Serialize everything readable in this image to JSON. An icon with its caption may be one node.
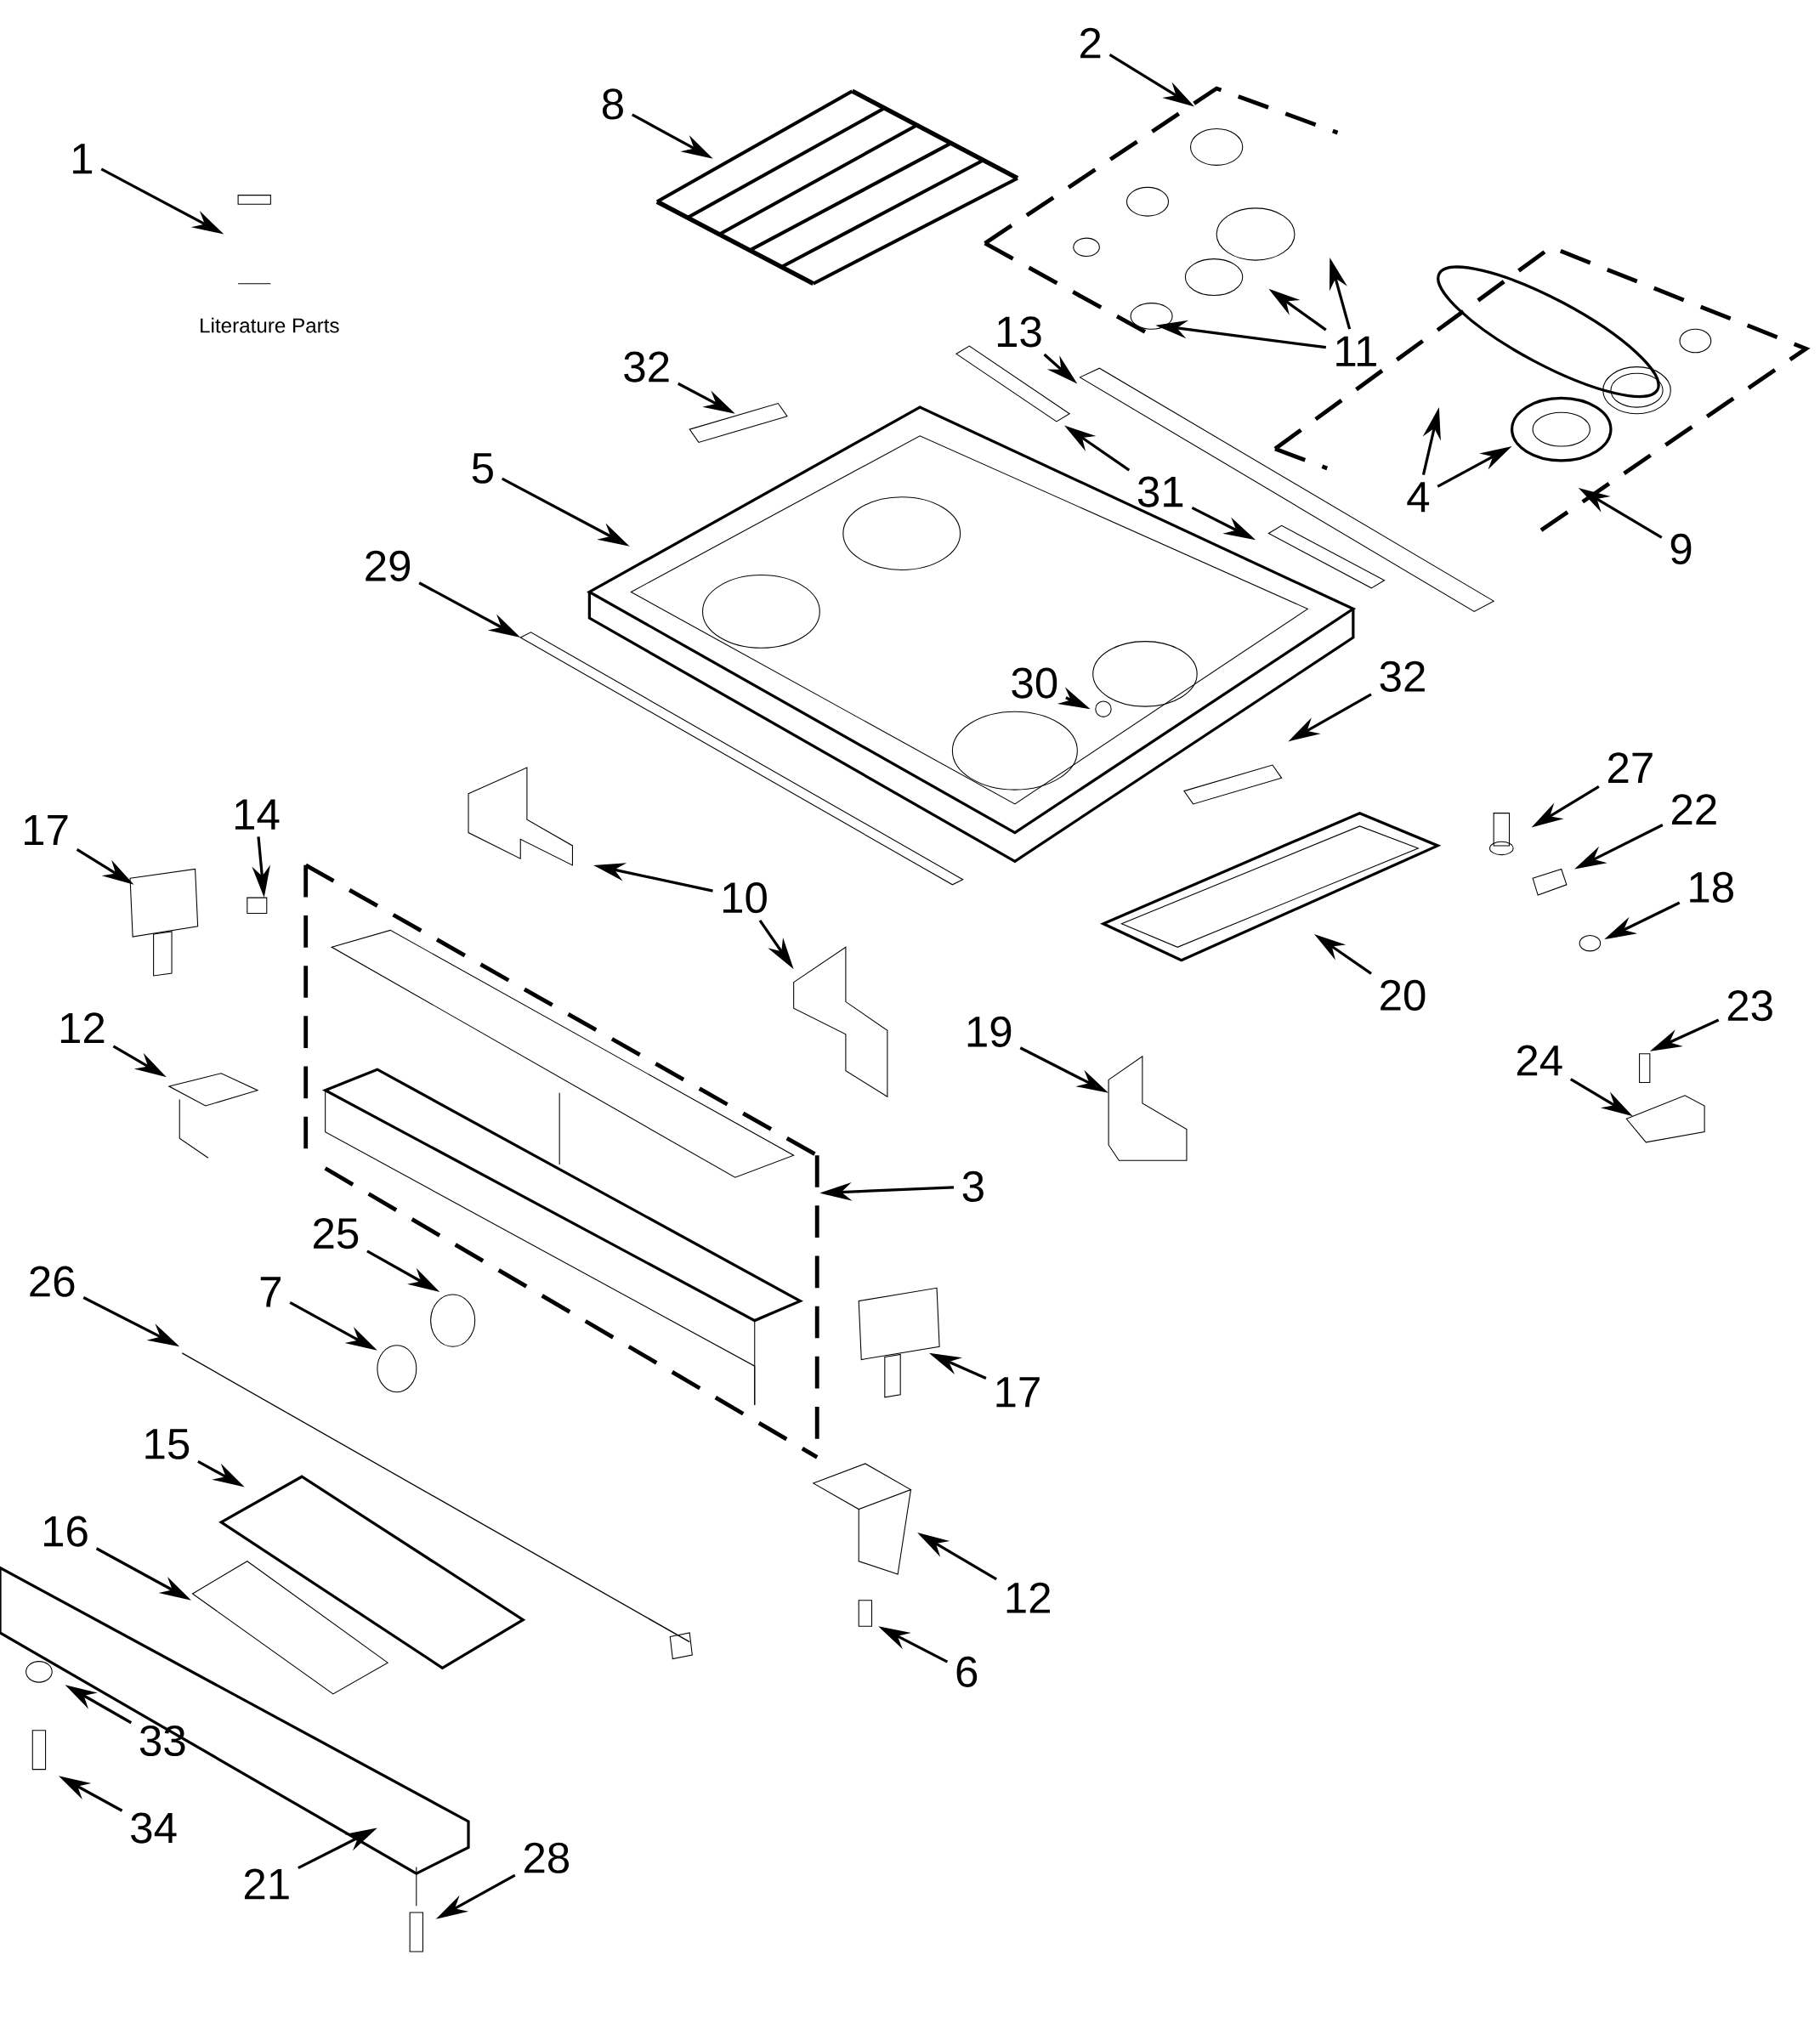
{
  "diagram": {
    "nodes": [
      {
        "text": [
          "2"
        ]
      },
      {
        "text": [
          "8"
        ]
      },
      {
        "text": [
          "1"
        ]
      },
      {
        "text": [
          "13"
        ]
      },
      {
        "text": [
          "11"
        ]
      },
      {
        "text": [
          "32"
        ]
      },
      {
        "text": [
          "5"
        ]
      },
      {
        "text": [
          "31"
        ]
      },
      {
        "text": [
          "4"
        ]
      },
      {
        "text": [
          "9"
        ]
      },
      {
        "text": [
          "29"
        ]
      },
      {
        "text": [
          "32"
        ]
      },
      {
        "text": [
          "30"
        ]
      },
      {
        "text": [
          "27"
        ]
      },
      {
        "text": [
          "22"
        ]
      },
      {
        "text": [
          "17"
        ]
      },
      {
        "text": [
          "14"
        ]
      },
      {
        "text": [
          "18"
        ]
      },
      {
        "text": [
          "10"
        ]
      },
      {
        "text": [
          "20"
        ]
      },
      {
        "text": [
          "23"
        ]
      },
      {
        "text": [
          "12"
        ]
      },
      {
        "text": [
          "19"
        ]
      },
      {
        "text": [
          "24"
        ]
      },
      {
        "text": [
          "3"
        ]
      },
      {
        "text": [
          "25"
        ]
      },
      {
        "text": [
          "26"
        ]
      },
      {
        "text": [
          "7"
        ]
      },
      {
        "text": [
          "17"
        ]
      },
      {
        "text": [
          "15"
        ]
      },
      {
        "text": [
          "16"
        ]
      },
      {
        "text": [
          "12"
        ]
      },
      {
        "text": [
          "6"
        ]
      },
      {
        "text": [
          "33"
        ]
      },
      {
        "text": [
          "34"
        ]
      },
      {
        "text": [
          "28"
        ]
      },
      {
        "text": [
          "21"
        ]
      }
    ],
    "edges": [
      {
        "from": 0,
        "to": null,
        "arrow": "to"
      },
      {
        "from": 1,
        "to": null,
        "arrow": "to"
      },
      {
        "from": 2,
        "to": null,
        "arrow": "to"
      },
      {
        "from": 3,
        "to": null,
        "arrow": "to"
      },
      {
        "from": 4,
        "to": null,
        "arrow": "to"
      },
      {
        "from": 4,
        "to": null,
        "arrow": "to"
      },
      {
        "from": 4,
        "to": null,
        "arrow": "to"
      },
      {
        "from": 5,
        "to": null,
        "arrow": "to"
      },
      {
        "from": 6,
        "to": null,
        "arrow": "to"
      },
      {
        "from": 7,
        "to": null,
        "arrow": "to"
      },
      {
        "from": 7,
        "to": null,
        "arrow": "to"
      },
      {
        "from": 8,
        "to": null,
        "arrow": "to"
      },
      {
        "from": 8,
        "to": null,
        "arrow": "to"
      },
      {
        "from": 9,
        "to": null,
        "arrow": "to"
      },
      {
        "from": 10,
        "to": null,
        "arrow": "to"
      },
      {
        "from": 11,
        "to": null,
        "arrow": "to"
      },
      {
        "from": 12,
        "to": null,
        "arrow": "to"
      },
      {
        "from": 13,
        "to": null,
        "arrow": "to"
      },
      {
        "from": 14,
        "to": null,
        "arrow": "to"
      },
      {
        "from": 15,
        "to": null,
        "arrow": "to"
      },
      {
        "from": 16,
        "to": null,
        "arrow": "to"
      },
      {
        "from": 17,
        "to": null,
        "arrow": "to"
      },
      {
        "from": 18,
        "to": null,
        "arrow": "to"
      },
      {
        "from": 18,
        "to": null,
        "arrow": "to"
      },
      {
        "from": 19,
        "to": null,
        "arrow": "to"
      },
      {
        "from": 20,
        "to": null,
        "arrow": "to"
      },
      {
        "from": 21,
        "to": null,
        "arrow": "to"
      },
      {
        "from": 22,
        "to": null,
        "arrow": "to"
      },
      {
        "from": 23,
        "to": null,
        "arrow": "to"
      },
      {
        "from": 24,
        "to": null,
        "arrow": "to"
      },
      {
        "from": 25,
        "to": null,
        "arrow": "to"
      },
      {
        "from": 26,
        "to": null,
        "arrow": "to"
      },
      {
        "from": 27,
        "to": null,
        "arrow": "to"
      },
      {
        "from": 28,
        "to": null,
        "arrow": "to"
      },
      {
        "from": 29,
        "to": null,
        "arrow": "to"
      },
      {
        "from": 30,
        "to": null,
        "arrow": "to"
      },
      {
        "from": 31,
        "to": null,
        "arrow": "to"
      },
      {
        "from": 32,
        "to": null,
        "arrow": "to"
      },
      {
        "from": 33,
        "to": null,
        "arrow": "to"
      },
      {
        "from": 34,
        "to": null,
        "arrow": "to"
      },
      {
        "from": 35,
        "to": null,
        "arrow": "to"
      },
      {
        "from": 36,
        "to": null,
        "arrow": "to"
      }
    ],
    "labels": [
      "Literature Parts"
    ]
  }
}
